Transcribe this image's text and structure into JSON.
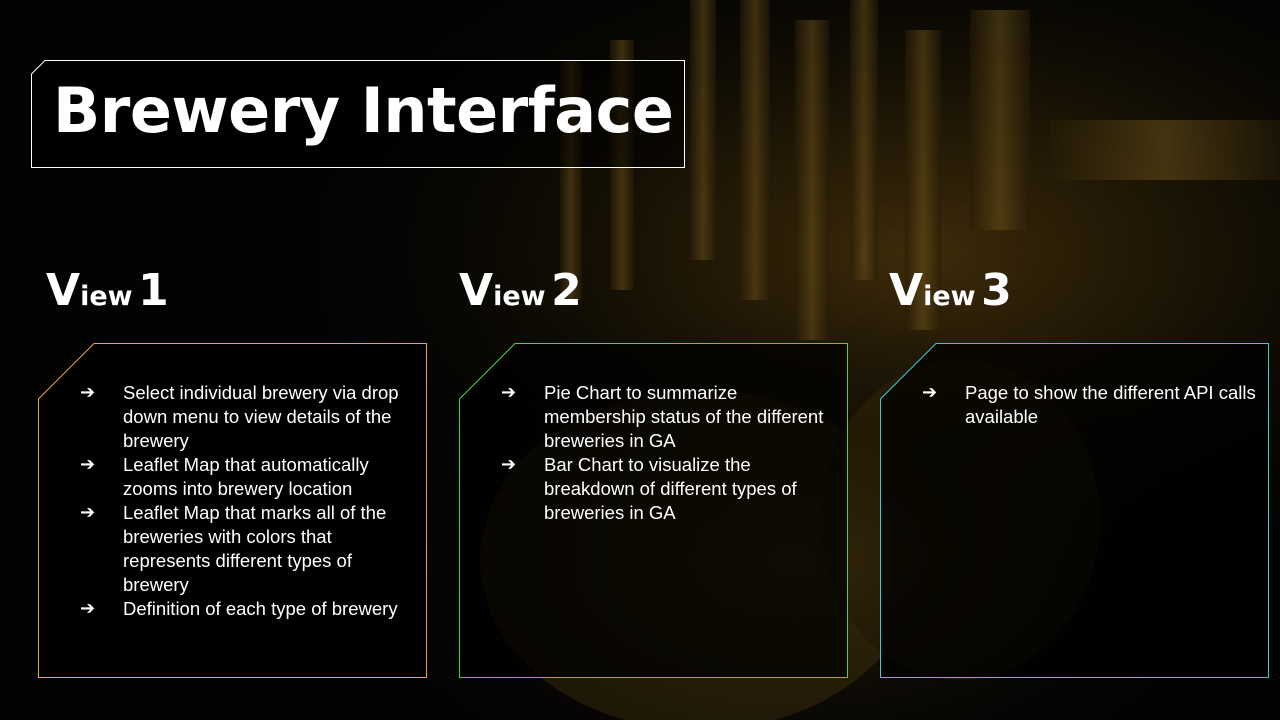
{
  "slide": {
    "title": "Brewery Interface",
    "bullet_glyph": "➔",
    "colors": {
      "card1_border": "#e6a83a",
      "card2_border": "#46d44a",
      "card3_border": "#43c7d8",
      "text": "#ffffff"
    }
  },
  "views": [
    {
      "heading_cap": "V",
      "heading_rest": "iew",
      "heading_num": "1",
      "bullets": [
        "Select individual brewery via drop down menu to view details of the brewery",
        "Leaflet Map that automatically zooms into brewery location",
        "Leaflet Map that marks all of the breweries with colors that represents different types of brewery",
        "Definition of each type of brewery"
      ]
    },
    {
      "heading_cap": "V",
      "heading_rest": "iew",
      "heading_num": "2",
      "bullets": [
        "Pie Chart to summarize membership status of the different breweries in GA",
        "Bar Chart to visualize the breakdown of different types of breweries in GA"
      ]
    },
    {
      "heading_cap": "V",
      "heading_rest": "iew",
      "heading_num": "3",
      "bullets": [
        "Page to show the different API calls available"
      ]
    }
  ]
}
